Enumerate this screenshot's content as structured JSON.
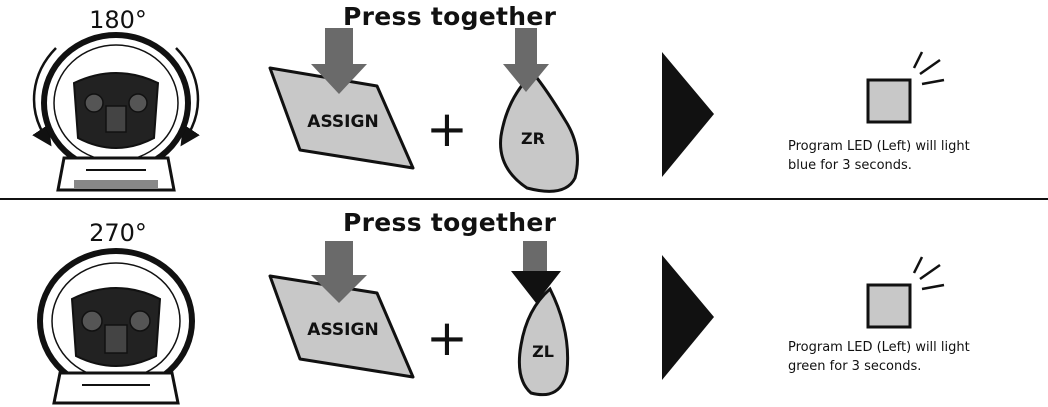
{
  "rows": [
    {
      "angle": "180°",
      "instruction": "Press together",
      "button_a": "ASSIGN",
      "plus": "+",
      "button_b": "ZR",
      "result_line1": "Program LED (Left) will light",
      "result_line2": "blue for 3 seconds."
    },
    {
      "angle": "270°",
      "instruction": "Press together",
      "button_a": "ASSIGN",
      "plus": "+",
      "button_b": "ZL",
      "result_line1": "Program LED (Left) will light",
      "result_line2": "green for 3 seconds."
    }
  ],
  "colors": {
    "button_fill": "#c8c8c8",
    "arrow_fill": "#6a6a6a",
    "ink": "#111111",
    "led_fill": "#c8c8c8"
  }
}
